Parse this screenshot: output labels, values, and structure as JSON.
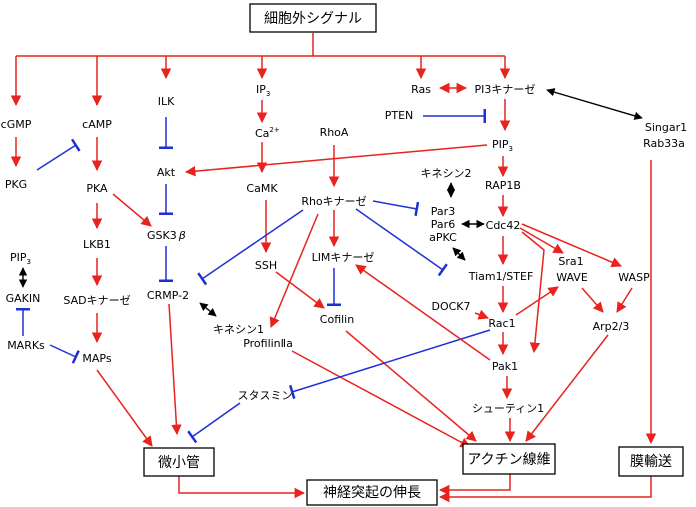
{
  "colors": {
    "activation": "#e8231f",
    "inhibition": "#1f2fd6",
    "binding": "#000000"
  },
  "boxes": {
    "top": "細胞外シグナル",
    "microtubule": "微小管",
    "actin": "アクチン線維",
    "membrane": "膜輸送",
    "neurite": "神経突起の伸長"
  },
  "nodes": {
    "cgmp": "cGMP",
    "pkg": "PKG",
    "camp": "cAMP",
    "pka": "PKA",
    "lkb1": "LKB1",
    "sad": "SADキナーゼ",
    "maps": "MAPs",
    "pip3_left": "PIP",
    "pip3_left_sub": "3",
    "gakin": "GAKIN",
    "marks": "MARKs",
    "ilk": "ILK",
    "akt": "Akt",
    "gsk": "GSK3",
    "gsk_beta": "β",
    "crmp": "CRMP-2",
    "kinesin1": "キネシン1",
    "ip3": "IP",
    "ip3_sub": "3",
    "ca": "Ca",
    "ca_sup": "2+",
    "camk": "CaMK",
    "ssh": "SSH",
    "cofilin": "Cofilin",
    "lim": "LIMキナーゼ",
    "rhoa": "RhoA",
    "rhok": "Rhoキナーゼ",
    "profilin": "ProfilinⅡa",
    "stathmin": "スタスミン",
    "ras": "Ras",
    "pi3k": "PI3キナーゼ",
    "pten": "PTEN",
    "pip3_main": "PIP",
    "pip3_main_sub": "3",
    "rap1b": "RAP1B",
    "kinesin2": "キネシン2",
    "par3": "Par3",
    "par6": "Par6",
    "apkc": "aPKC",
    "cdc42": "Cdc42",
    "tiam": "Tiam1/STEF",
    "dock7": "DOCK7",
    "rac1": "Rac1",
    "pak1": "Pak1",
    "shootin": "シューティン1",
    "sra1": "Sra1",
    "wave": "WAVE",
    "wasp": "WASP",
    "arp": "Arp2/3",
    "singar": "Singar1",
    "rab33a": "Rab33a"
  }
}
